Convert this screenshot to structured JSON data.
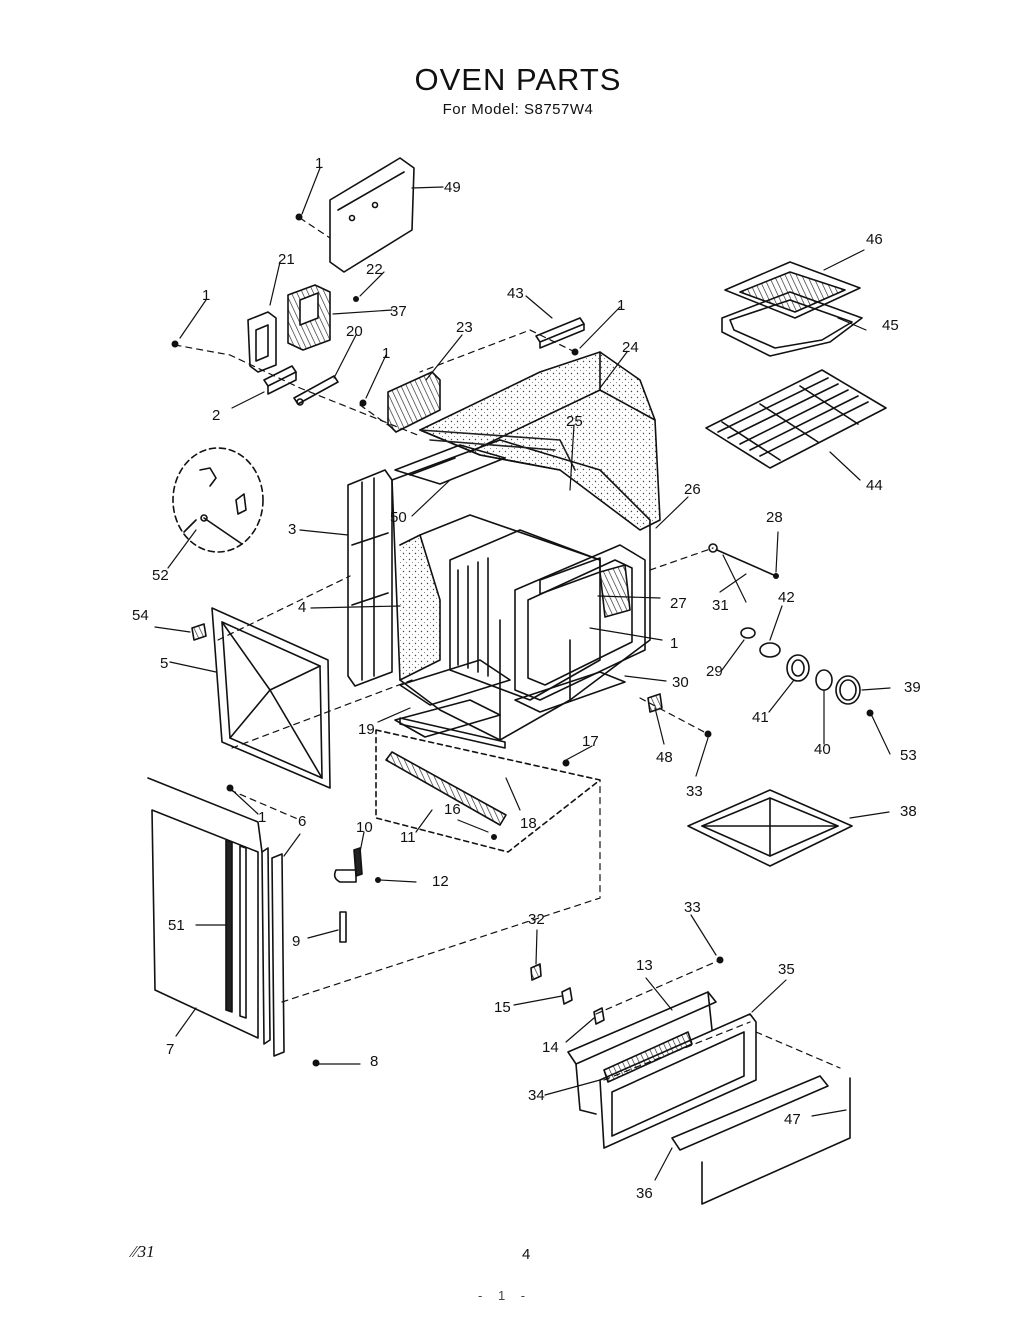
{
  "header": {
    "title": "OVEN PARTS",
    "subtitle": "For Model: S8757W4"
  },
  "footer": {
    "left_mark": "⁄⁄31",
    "page_number": "4",
    "bottom_mark": "- 1 -"
  },
  "part_callouts": [
    "1",
    "2",
    "3",
    "4",
    "5",
    "6",
    "7",
    "8",
    "9",
    "10",
    "11",
    "12",
    "13",
    "14",
    "15",
    "16",
    "17",
    "18",
    "19",
    "20",
    "21",
    "22",
    "23",
    "24",
    "25",
    "26",
    "27",
    "28",
    "29",
    "30",
    "31",
    "32",
    "33",
    "34",
    "35",
    "36",
    "37",
    "38",
    "39",
    "40",
    "41",
    "42",
    "43",
    "44",
    "45",
    "46",
    "47",
    "48",
    "49",
    "50",
    "51",
    "52",
    "53",
    "54"
  ]
}
